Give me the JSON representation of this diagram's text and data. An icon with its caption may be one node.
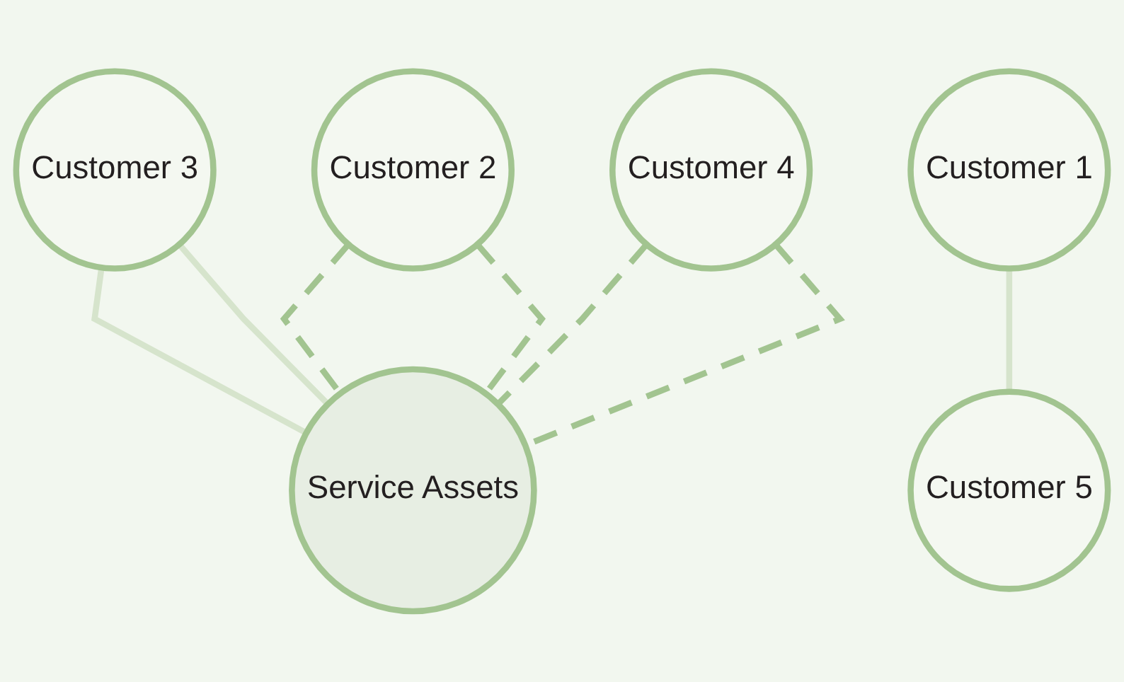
{
  "diagram": {
    "nodes": [
      {
        "text": [
          "Customer 3"
        ]
      },
      {
        "text": [
          "Customer 2"
        ]
      },
      {
        "text": [
          "Customer 4"
        ]
      },
      {
        "text": [
          "Customer 1"
        ]
      },
      {
        "text": [
          "Service Assets"
        ]
      },
      {
        "text": [
          "Customer 5"
        ]
      }
    ],
    "edges": [
      {
        "from": 0,
        "to": 4,
        "arrow": "none",
        "color": "#d6e4cc"
      },
      {
        "from": 0,
        "to": 4,
        "arrow": "none",
        "color": "#d6e4cc"
      },
      {
        "from": 3,
        "to": 5,
        "arrow": "none",
        "color": "#d6e4cc"
      },
      {
        "from": 1,
        "to": 4,
        "arrow": "none",
        "style": "dashed"
      },
      {
        "from": 1,
        "to": 4,
        "arrow": "none",
        "style": "dashed"
      },
      {
        "from": 2,
        "to": 4,
        "arrow": "none",
        "style": "dashed"
      },
      {
        "from": 2,
        "to": 4,
        "arrow": "none",
        "style": "dashed"
      }
    ]
  }
}
